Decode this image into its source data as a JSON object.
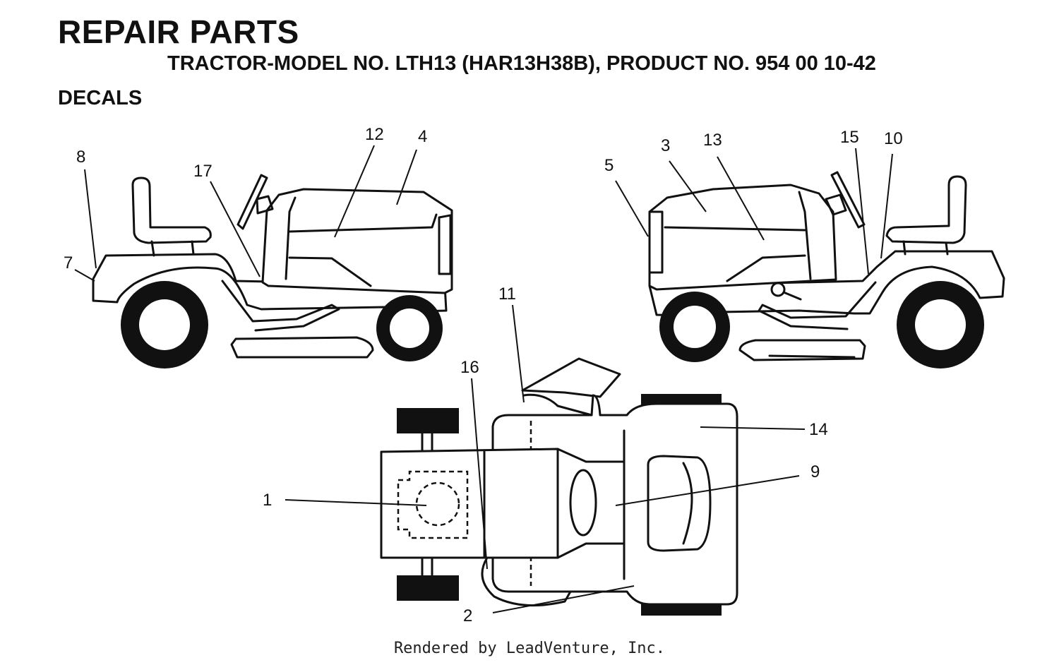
{
  "title": "REPAIR PARTS",
  "subtitle": "TRACTOR-MODEL NO. LTH13 (HAR13H38B), PRODUCT NO. 954 00 10-42",
  "section": "DECALS",
  "footer": "Rendered by LeadVenture, Inc.",
  "callouts": {
    "c1": "1",
    "c2": "2",
    "c3": "3",
    "c4": "4",
    "c5": "5",
    "c7": "7",
    "c8": "8",
    "c9": "9",
    "c10": "10",
    "c11": "11",
    "c12": "12",
    "c13": "13",
    "c14": "14",
    "c15": "15",
    "c16": "16",
    "c17": "17"
  }
}
